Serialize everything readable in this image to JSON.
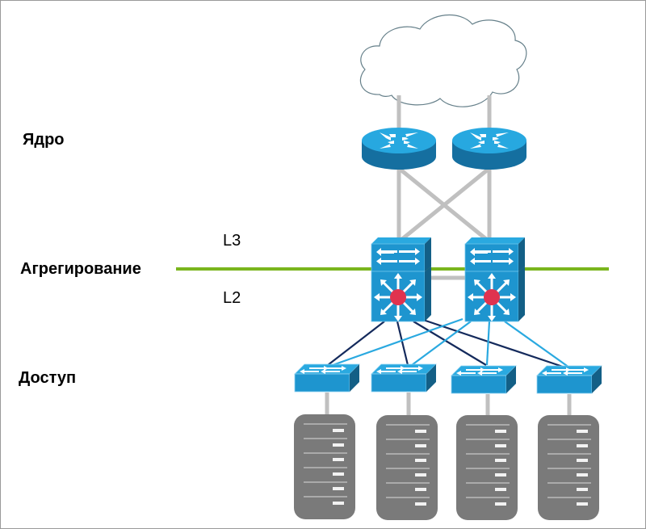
{
  "tiers": {
    "core": "Ядро",
    "aggregation": "Агрегирование",
    "access": "Доступ"
  },
  "layers": {
    "l3": "L3",
    "l2": "L2"
  },
  "colors": {
    "device_blue": "#1e9ad6",
    "device_dark": "#156b98",
    "boundary_green": "#7ab51d",
    "uplink_dark": "#142a5c",
    "uplink_light": "#2aa9e0",
    "link_gray": "#c0c0c0",
    "server_gray": "#7a7a7a",
    "center_red": "#e0334f"
  },
  "topology": {
    "cloud": 1,
    "core_routers": 2,
    "aggregation_switches": 2,
    "access_switches": 4,
    "servers": 4
  }
}
